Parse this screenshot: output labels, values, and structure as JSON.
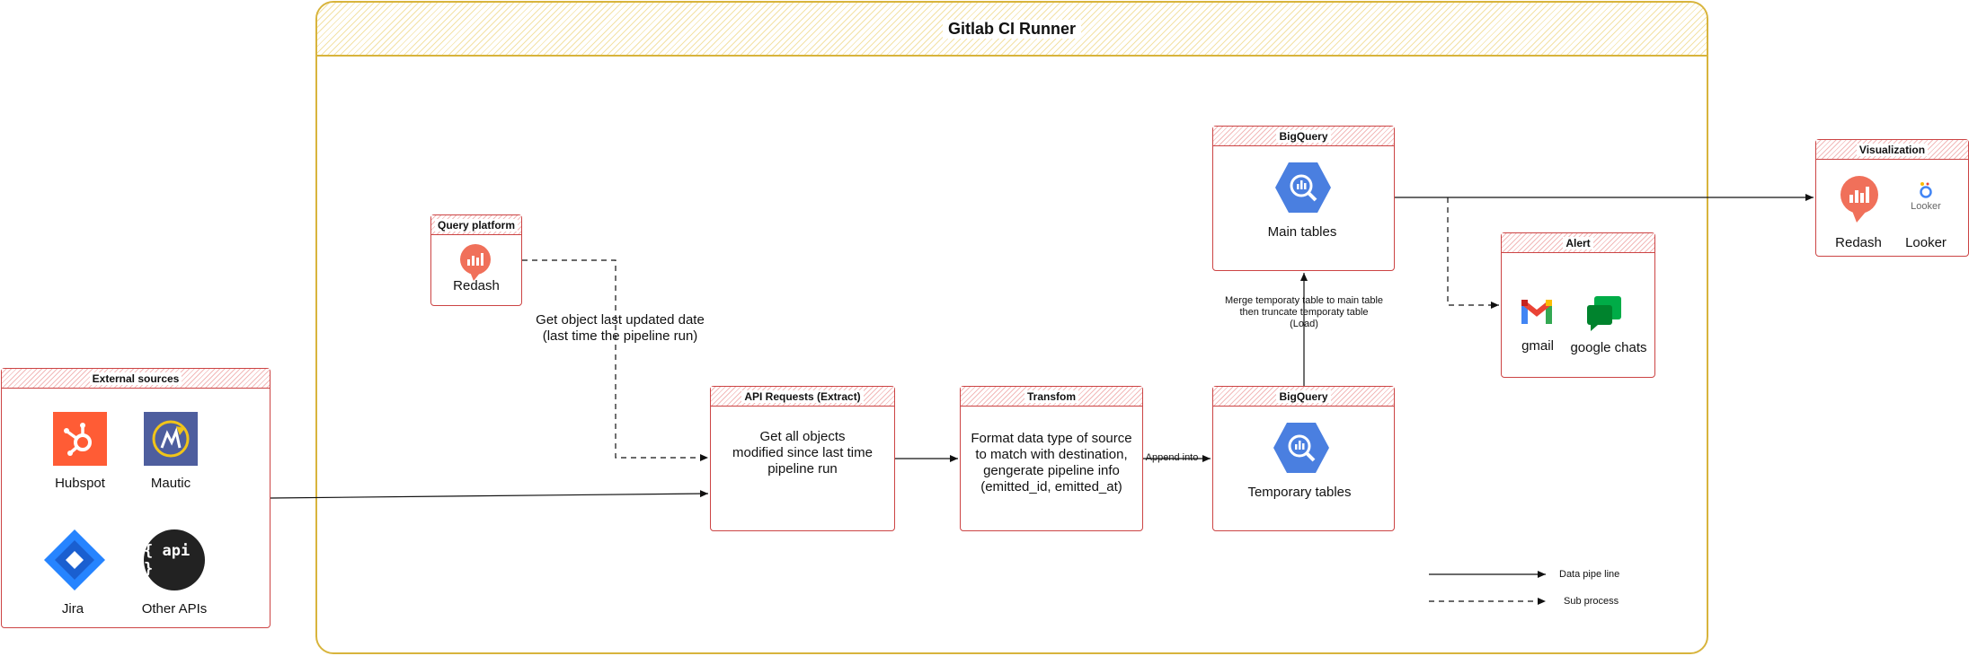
{
  "runner": {
    "title": "Gitlab CI Runner"
  },
  "external": {
    "title": "External sources",
    "items": [
      {
        "name": "Hubspot",
        "icon": "hubspot-icon"
      },
      {
        "name": "Mautic",
        "icon": "mautic-icon"
      },
      {
        "name": "Jira",
        "icon": "jira-icon"
      },
      {
        "name": "Other APIs",
        "icon": "api-icon"
      }
    ]
  },
  "query_platform": {
    "title": "Query platform",
    "item": "Redash"
  },
  "edge_labels": {
    "get_updated_line1": "Get object last updated date",
    "get_updated_line2": "(last time the pipeline run)",
    "append": "Append into",
    "merge_line1": "Merge temporaty table to main table",
    "merge_line2": "then truncate temporaty table",
    "merge_line3": "(Load)"
  },
  "extract": {
    "title": "API Requests (Extract)",
    "lines": [
      "Get all objects",
      "modified since last time",
      "pipeline run"
    ]
  },
  "transform": {
    "title": "Transfom",
    "lines": [
      "Format data type of source",
      "to match with destination,",
      "gengerate pipeline info",
      "(emitted_id, emitted_at)"
    ]
  },
  "bq_temp": {
    "title": "BigQuery",
    "label": "Temporary tables"
  },
  "bq_main": {
    "title": "BigQuery",
    "label": "Main tables"
  },
  "alert": {
    "title": "Alert",
    "items": [
      "gmail",
      "google chats"
    ]
  },
  "visualization": {
    "title": "Visualization",
    "items": [
      "Redash",
      "Looker"
    ],
    "looker_logo_text": "Looker"
  },
  "api_icon_text": "{ api }",
  "legend": {
    "data_pipeline": "Data pipe line",
    "sub_process": "Sub process"
  },
  "colors": {
    "box_border": "#cc4444",
    "runner_border": "#d8b43c",
    "bigquery": "#4a7fe0",
    "redash": "#f0705a",
    "hubspot": "#ff5c35",
    "mautic": "#4e5e9e",
    "jira": "#2684ff"
  }
}
